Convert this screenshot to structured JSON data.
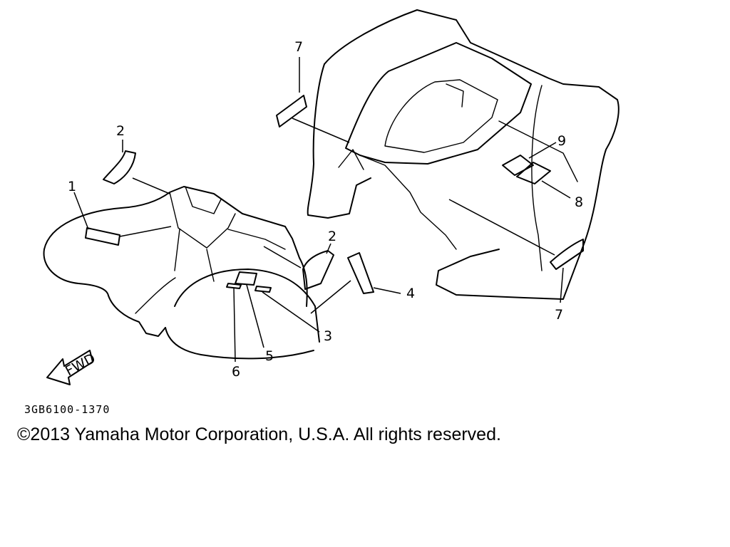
{
  "diagram": {
    "callouts": [
      {
        "id": "c1",
        "text": "1"
      },
      {
        "id": "c2a",
        "text": "2"
      },
      {
        "id": "c2b",
        "text": "2"
      },
      {
        "id": "c3",
        "text": "3"
      },
      {
        "id": "c4",
        "text": "4"
      },
      {
        "id": "c5",
        "text": "5"
      },
      {
        "id": "c6",
        "text": "6"
      },
      {
        "id": "c7a",
        "text": "7"
      },
      {
        "id": "c7b",
        "text": "7"
      },
      {
        "id": "c8",
        "text": "8"
      },
      {
        "id": "c9",
        "text": "9"
      }
    ],
    "arrow_label": "FWD",
    "drawing_code": "3GB6100-1370"
  },
  "footer": {
    "copyright": "©2013 Yamaha Motor Corporation, U.S.A. All rights reserved."
  }
}
